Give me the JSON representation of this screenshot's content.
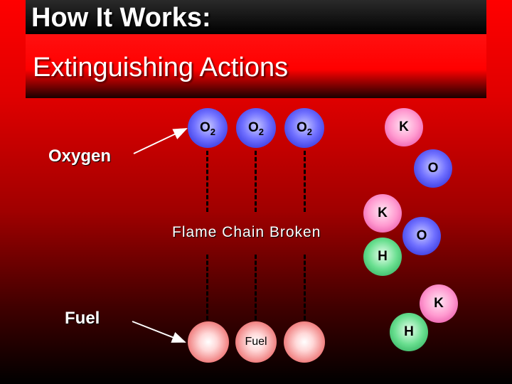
{
  "title": "How It Works:",
  "subtitle": "Extinguishing Actions",
  "labels": {
    "oxygen": "Oxygen",
    "fuel": "Fuel",
    "flame_chain": "Flame Chain Broken"
  },
  "oxygen_molecules": [
    {
      "symbol": "O",
      "subscript": "2"
    },
    {
      "symbol": "O",
      "subscript": "2"
    },
    {
      "symbol": "O",
      "subscript": "2"
    }
  ],
  "fuel_balls": [
    "",
    "Fuel",
    ""
  ],
  "atoms": [
    "K",
    "O",
    "K",
    "O",
    "H",
    "K",
    "H"
  ],
  "colors": {
    "oxygen": "#6060ff",
    "potassium": "#ff9ad0",
    "hydrogen": "#6adf90",
    "fuel": "#f08080"
  }
}
